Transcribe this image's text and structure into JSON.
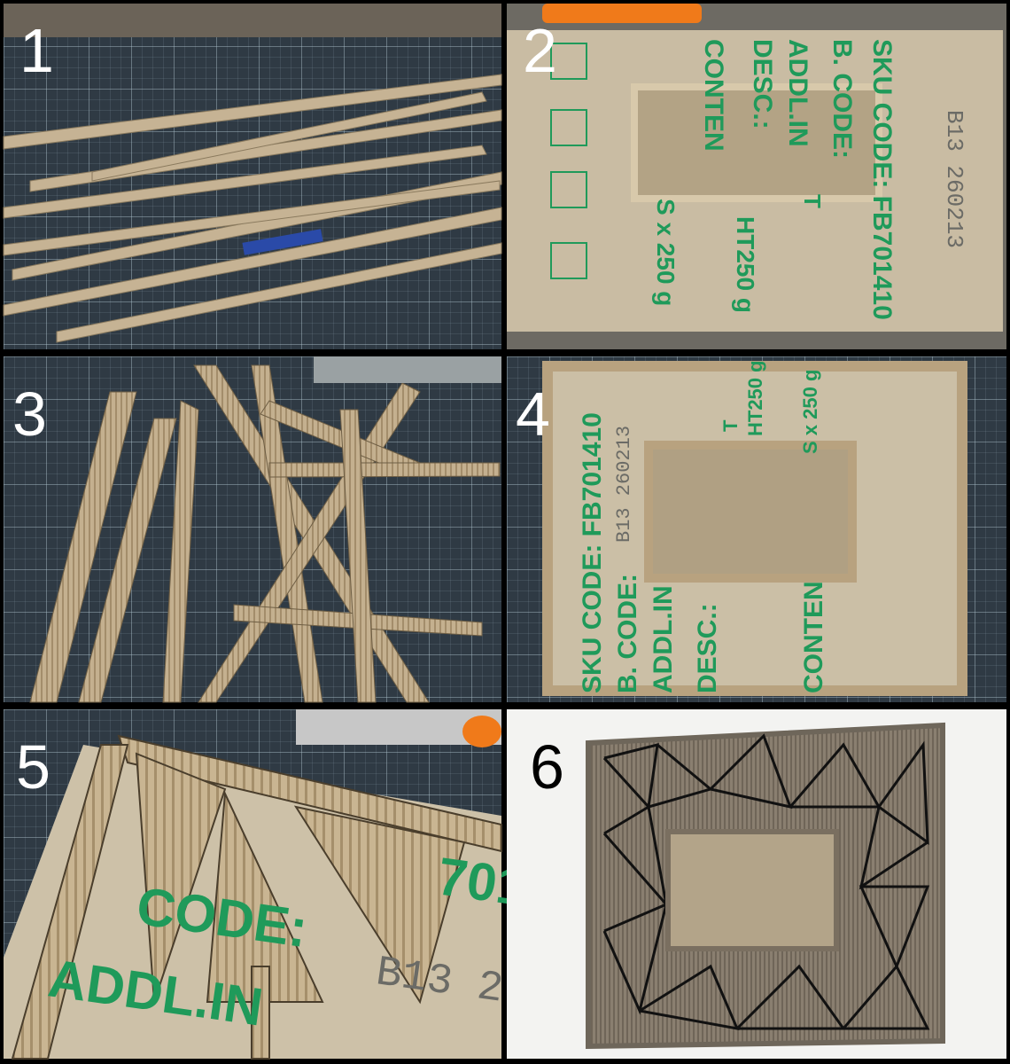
{
  "panels": [
    {
      "number": "1"
    },
    {
      "number": "2"
    },
    {
      "number": "3"
    },
    {
      "number": "4"
    },
    {
      "number": "5"
    },
    {
      "number": "6"
    }
  ],
  "box_print": {
    "sku": "SKU CODE: FB701410",
    "bcode": "B. CODE:",
    "addl": "ADDL.IN",
    "desc": "DESC.:",
    "content": "CONTEN",
    "batch": "B13 260213",
    "ht": "HT250 g",
    "weight": "S x 250 g",
    "t": "T",
    "code_partial": "CODE:",
    "sku_partial": "701",
    "batch_partial": "B13 2"
  },
  "colors": {
    "cardboard": "#b9a88c",
    "mat": "#2f3a44",
    "print_green": "#1f9a5a",
    "scissors": "#f07a1a"
  }
}
